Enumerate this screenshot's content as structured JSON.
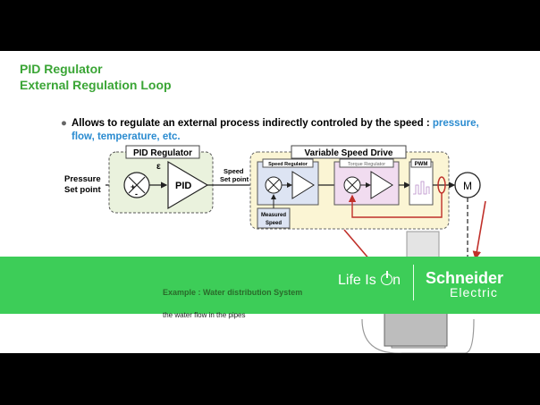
{
  "slide": {
    "title1": "PID Regulator",
    "title2": "External Regulation Loop",
    "bullet_text": "Allows to regulate an external process indirectly controled by the speed : ",
    "bullet_highlight": "pressure, flow, temperature, etc.",
    "colors": {
      "title": "#3aa535",
      "highlight": "#2a8bd0",
      "banner": "#3dcd58",
      "feedback": "#c0302a"
    }
  },
  "diagram": {
    "pressure_line1": "Pressure",
    "pressure_line2": "Set point",
    "pid_box_label": "PID Regulator",
    "epsilon": "ε",
    "plus": "+",
    "minus": "-",
    "pid_block": "PID",
    "speed_line1": "Speed",
    "speed_line2": "Set point",
    "vsd_label": "Variable Speed Drive",
    "speed_regulator": "Speed Regulator",
    "torque_regulator": "Torque Regulator",
    "pwm": "PWM",
    "measured_line1": "Measured",
    "measured_line2": "Speed",
    "motor": "M"
  },
  "example": {
    "title": "Example : Water distribution System",
    "body": "the water flow in the pipes"
  },
  "brand": {
    "life1": "Life Is ",
    "life2": "n",
    "name1": "Schneider",
    "name2": "Electric"
  }
}
